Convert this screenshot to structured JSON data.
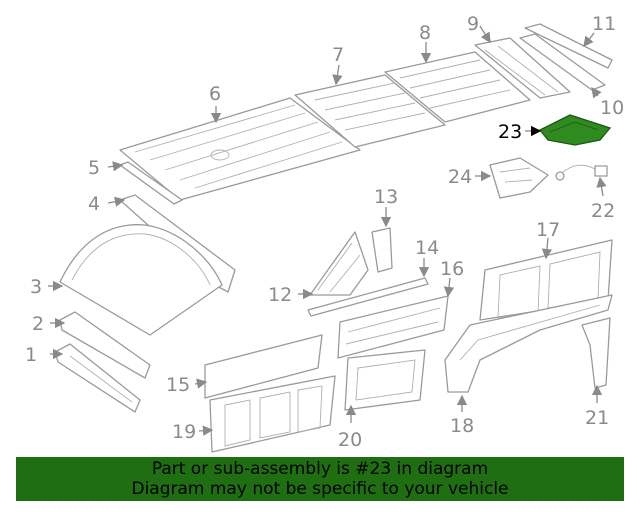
{
  "diagram": {
    "callouts": [
      "1",
      "2",
      "3",
      "4",
      "5",
      "6",
      "7",
      "8",
      "9",
      "10",
      "11",
      "12",
      "13",
      "14",
      "15",
      "16",
      "17",
      "18",
      "19",
      "20",
      "21",
      "22",
      "23",
      "24"
    ],
    "highlight_color": "#2f8a1f",
    "highlighted_part": "23"
  },
  "banner": {
    "line1": "Part or sub-assembly is #23 in diagram",
    "line2": "Diagram may not be specific to your vehicle",
    "color": "#1f6f12"
  }
}
